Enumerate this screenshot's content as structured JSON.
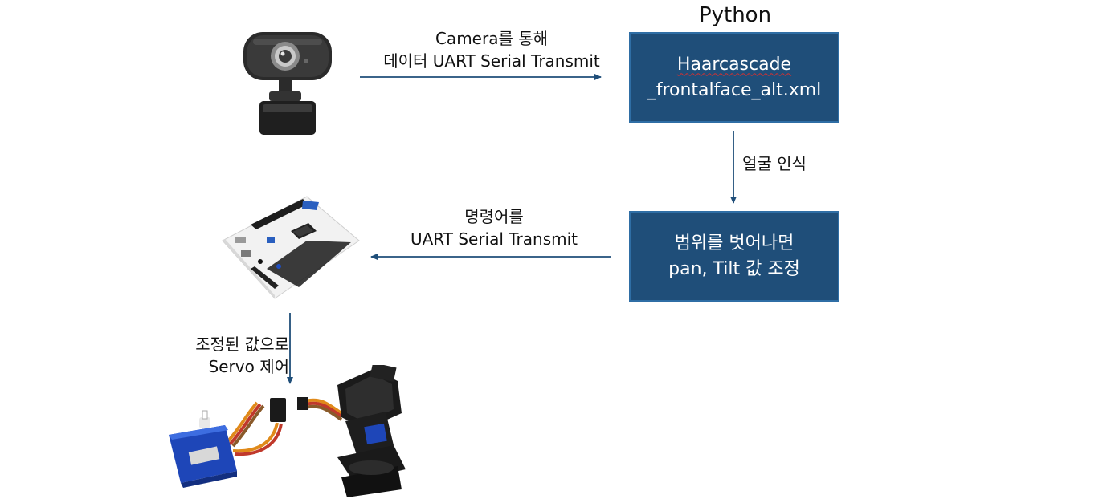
{
  "python_title": "Python",
  "haar_box": {
    "line1": "Haarcascade",
    "line2": "_frontalface_alt.xml"
  },
  "range_box": {
    "line1": "범위를 벗어나면",
    "line2": "pan, Tilt 값 조정"
  },
  "camera_arrow": {
    "line1": "Camera를 통해",
    "line2": "데이터 UART Serial Transmit"
  },
  "face_arrow": {
    "label": "얼굴 인식"
  },
  "command_arrow": {
    "line1": "명령어를",
    "line2": "UART Serial Transmit"
  },
  "servo_arrow": {
    "line1": "조정된 값으로",
    "line2": "Servo 제어"
  },
  "colors": {
    "box_fill": "#1f4e79",
    "arrow": "#1f4e79"
  },
  "icons": [
    "webcam-image",
    "stm32-nucleo-board-image",
    "micro-servo-image",
    "pan-tilt-bracket-image"
  ]
}
